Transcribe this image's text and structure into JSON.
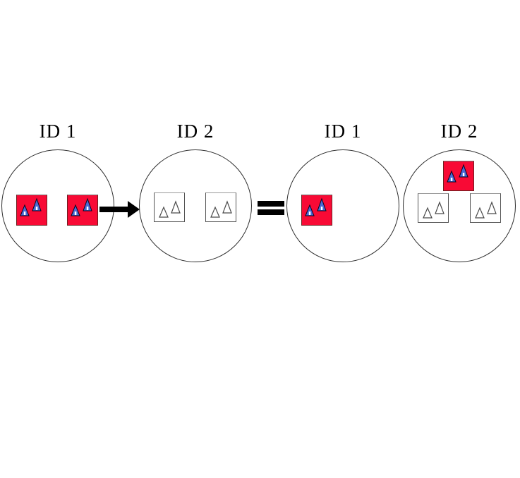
{
  "diagram": {
    "groups": [
      {
        "label": "ID 1",
        "contents": [
          "red-square with 2 blue triangles",
          "red-square with 2 blue triangles"
        ]
      },
      {
        "label": "ID 2",
        "contents": [
          "white-square with 2 outlined triangles",
          "white-square with 2 outlined triangles"
        ]
      },
      {
        "label": "ID 1",
        "contents": [
          "red-square with 2 blue triangles"
        ]
      },
      {
        "label": "ID 2",
        "contents": [
          "red-square with 2 blue triangles",
          "white-square with 2 outlined triangles",
          "white-square with 2 outlined triangles"
        ]
      }
    ],
    "operators": [
      "arrow",
      "equals"
    ],
    "colors": {
      "square_red": "#f80a35",
      "square_red_border": "#6d1f1f",
      "triangle_blue": "#4a6ad4",
      "triangle_blue_stroke": "#05051e",
      "triangle_outline": "#4a4a4a",
      "circle_stroke": "#2e2e2e",
      "arrow": "#000000"
    }
  }
}
